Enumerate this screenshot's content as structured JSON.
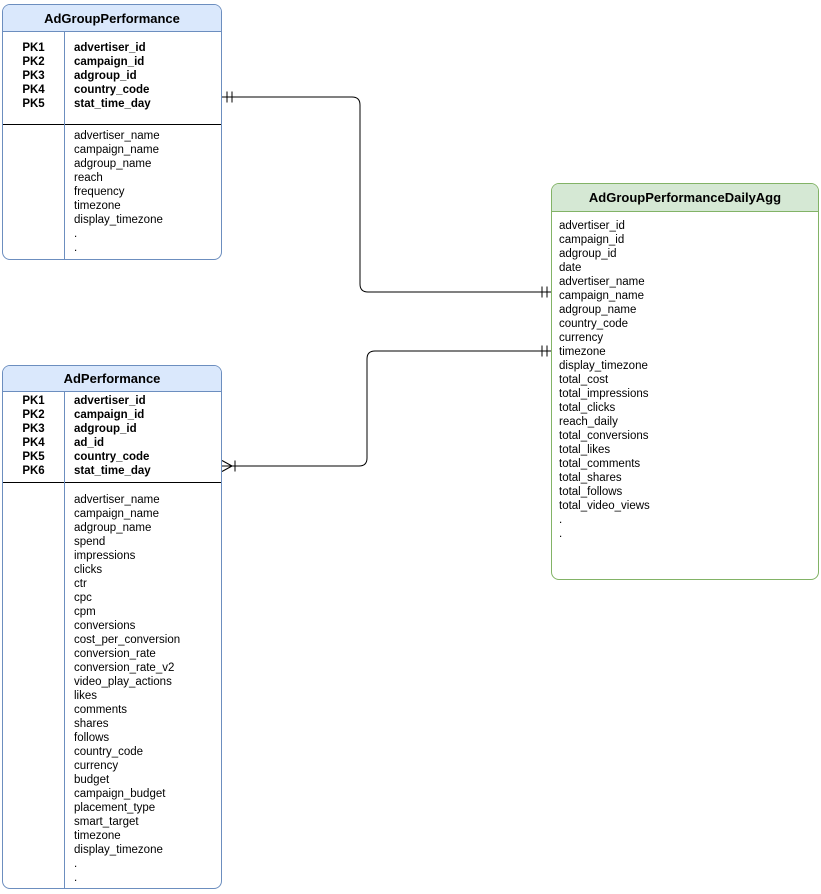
{
  "diagram": {
    "type": "entity-relationship",
    "colors": {
      "blue_header_fill": "#dae8fc",
      "blue_border": "#6c8ebf",
      "green_header_fill": "#d5e8d4",
      "green_border": "#82b366",
      "connector_line": "#000000",
      "background": "#ffffff",
      "text": "#000000"
    },
    "tables": [
      {
        "title": "AdGroupPerformance",
        "theme": "blue",
        "pk_rows": [
          {
            "key": "PK1",
            "field": "advertiser_id"
          },
          {
            "key": "PK2",
            "field": "campaign_id"
          },
          {
            "key": "PK3",
            "field": "adgroup_id"
          },
          {
            "key": "PK4",
            "field": "country_code"
          },
          {
            "key": "PK5",
            "field": "stat_time_day"
          }
        ],
        "fields": [
          "advertiser_name",
          "campaign_name",
          "adgroup_name",
          "reach",
          "frequency",
          "timezone",
          "display_timezone",
          ".",
          "."
        ]
      },
      {
        "title": "AdPerformance",
        "theme": "blue",
        "pk_rows": [
          {
            "key": "PK1",
            "field": "advertiser_id"
          },
          {
            "key": "PK2",
            "field": "campaign_id"
          },
          {
            "key": "PK3",
            "field": "adgroup_id"
          },
          {
            "key": "PK4",
            "field": "ad_id"
          },
          {
            "key": "PK5",
            "field": "country_code"
          },
          {
            "key": "PK6",
            "field": "stat_time_day"
          }
        ],
        "fields": [
          "advertiser_name",
          "campaign_name",
          "adgroup_name",
          "spend",
          "impressions",
          "clicks",
          "ctr",
          "cpc",
          "cpm",
          "conversions",
          "cost_per_conversion",
          "conversion_rate",
          "conversion_rate_v2",
          "video_play_actions",
          "likes",
          "comments",
          "shares",
          "follows",
          "country_code",
          "currency",
          "budget",
          "campaign_budget",
          "placement_type",
          "smart_target",
          "timezone",
          "display_timezone",
          ".",
          "."
        ]
      },
      {
        "title": "AdGroupPerformanceDailyAgg",
        "theme": "green",
        "pk_rows": [],
        "fields": [
          "advertiser_id",
          "campaign_id",
          "adgroup_id",
          "date",
          "advertiser_name",
          "campaign_name",
          "adgroup_name",
          "country_code",
          "currency",
          "timezone",
          "display_timezone",
          "total_cost",
          "total_impressions",
          "total_clicks",
          "reach_daily",
          "total_conversions",
          "total_likes",
          "total_comments",
          "total_shares",
          "total_follows",
          "total_video_views",
          ".",
          "."
        ]
      }
    ],
    "relationships": [
      {
        "from_table": "AdGroupPerformance",
        "to_table": "AdGroupPerformanceDailyAgg",
        "from_cardinality": "one-and-only-one",
        "to_cardinality": "one-and-only-one"
      },
      {
        "from_table": "AdPerformance",
        "to_table": "AdGroupPerformanceDailyAgg",
        "from_cardinality": "one-or-many",
        "to_cardinality": "one-and-only-one"
      }
    ]
  }
}
